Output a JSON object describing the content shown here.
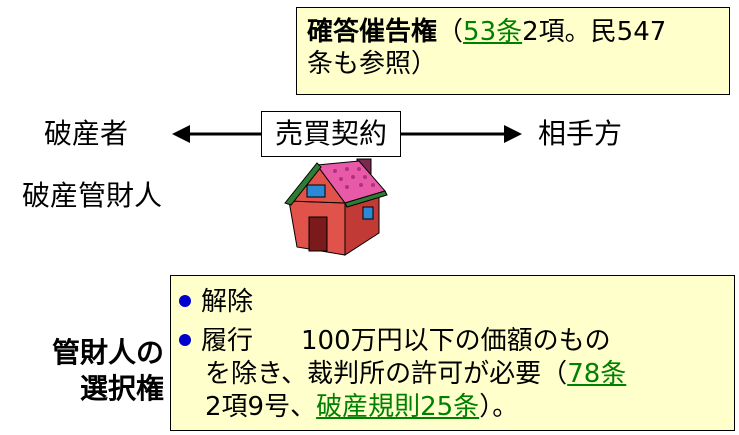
{
  "top_box": {
    "title": "確答催告権",
    "open_paren": "（",
    "link1": "53条",
    "rest1": "2項。民547",
    "rest2": "条も参照）"
  },
  "parties": {
    "left1": "破産者",
    "left2": "破産管財人",
    "right": "相手方",
    "contract": "売買契約"
  },
  "choice": {
    "label_line1": "管財人の",
    "label_line2": "選択権",
    "option1": "解除",
    "option2_head": "履行",
    "option2_text1": "100万円以下の価額のもの",
    "option2_text2": "を除き、裁判所の許可が必要（",
    "option2_link1": "78条",
    "option2_text3": "2項9号、",
    "option2_link2": "破産規則25条",
    "option2_text4": "）。"
  },
  "colors": {
    "box_fill": "#ffffcc",
    "link": "#008000",
    "bullet": "#0000cc",
    "house_wall": "#e0524a",
    "house_roof": "#e85aa8"
  }
}
